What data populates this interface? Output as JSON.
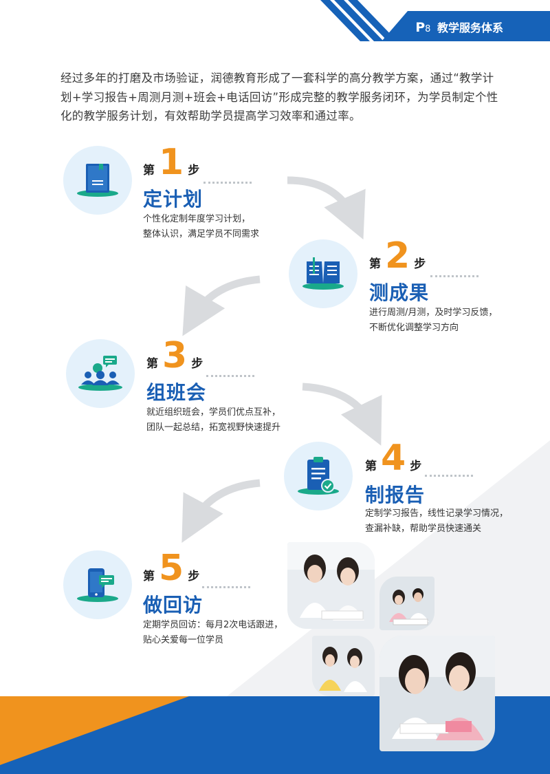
{
  "header": {
    "page_prefix": "P",
    "page_number": "8",
    "section_title": "教学服务体系",
    "brand_blue": "#1662b8",
    "accent_orange": "#f0931e"
  },
  "intro": {
    "text": "经过多年的打磨及市场验证，润德教育形成了一套科学的高分教学方案，通过“教学计划+学习报告+周测月测+班会+电话回访”形成完整的教学服务闭环，为学员制定个性化的教学服务计划，有效帮助学员提高学习效率和通过率。"
  },
  "steps": [
    {
      "prefix": "第",
      "number": "1",
      "suffix": "步",
      "title": "定计划",
      "desc_line1": "个性化定制年度学习计划，",
      "desc_line2": "整体认识，满足学员不同需求",
      "icon": "book-icon"
    },
    {
      "prefix": "第",
      "number": "2",
      "suffix": "步",
      "title": "测成果",
      "desc_line1": "进行周测/月测，及时学习反馈，",
      "desc_line2": "不断优化调整学习方向",
      "icon": "open-book-icon"
    },
    {
      "prefix": "第",
      "number": "3",
      "suffix": "步",
      "title": "组班会",
      "desc_line1": "就近组织班会，学员们优点互补，",
      "desc_line2": "团队一起总结，拓宽视野快速提升",
      "icon": "group-meeting-icon"
    },
    {
      "prefix": "第",
      "number": "4",
      "suffix": "步",
      "title": "制报告",
      "desc_line1": "定制学习报告，线性记录学习情况，",
      "desc_line2": "查漏补缺，帮助学员快速通关",
      "icon": "clipboard-check-icon"
    },
    {
      "prefix": "第",
      "number": "5",
      "suffix": "步",
      "title": "做回访",
      "desc_line1": "定期学员回访：每月2次电话跟进，",
      "desc_line2": "贴心关爱每一位学员",
      "icon": "phone-message-icon"
    }
  ]
}
